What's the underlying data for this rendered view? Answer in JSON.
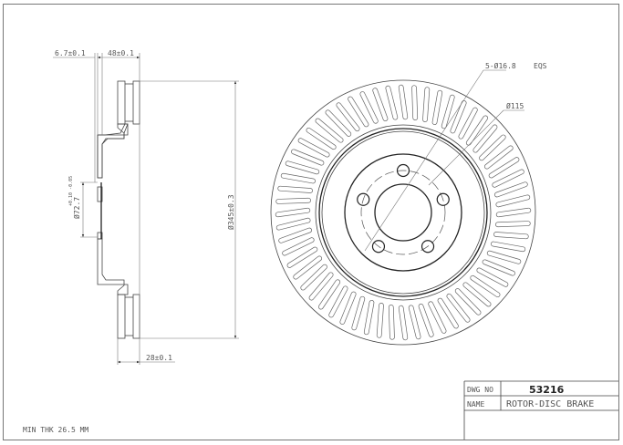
{
  "side_view": {
    "dim_offset": "6.7±0.1",
    "dim_height": "48±0.1",
    "dim_bore": "Ø72.7",
    "dim_bore_tol": "+0.10 -0.05",
    "dim_diameter": "Ø345±0.3",
    "dim_thickness": "28±0.1"
  },
  "front_view": {
    "bolt_holes": "5-Ø16.8",
    "eqs": "EQS",
    "bolt_circle": "Ø115",
    "vane_count": 60,
    "bolt_count": 5
  },
  "title_block": {
    "dwg_no_label": "DWG NO",
    "dwg_no": "53216",
    "name_label": "NAME",
    "name": "ROTOR-DISC BRAKE"
  },
  "note": "MIN THK 26.5 MM"
}
